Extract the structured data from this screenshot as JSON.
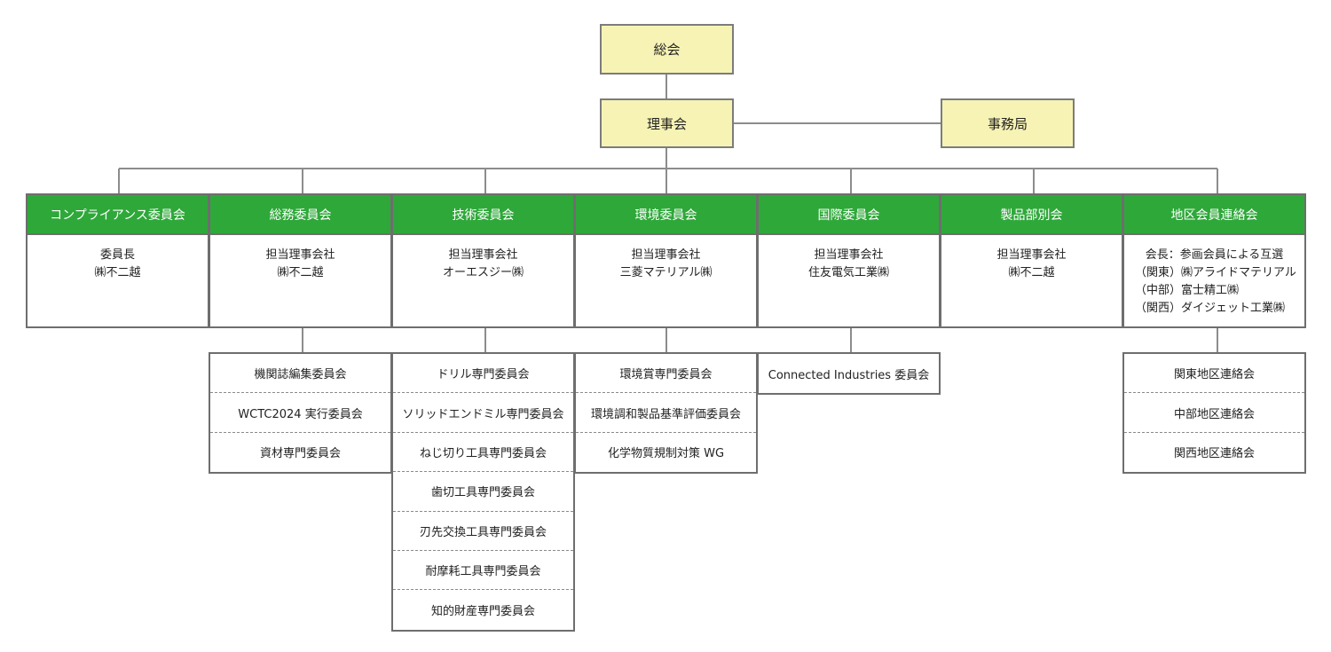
{
  "top": {
    "general_assembly": "総会",
    "board": "理事会",
    "secretariat": "事務局"
  },
  "committees": [
    {
      "name": "コンプライアンス委員会",
      "body": [
        "委員長",
        "㈱不二越"
      ]
    },
    {
      "name": "総務委員会",
      "body": [
        "担当理事会社",
        "㈱不二越"
      ]
    },
    {
      "name": "技術委員会",
      "body": [
        "担当理事会社",
        "オーエスジー㈱"
      ]
    },
    {
      "name": "環境委員会",
      "body": [
        "担当理事会社",
        "三菱マテリアル㈱"
      ]
    },
    {
      "name": "国際委員会",
      "body": [
        "担当理事会社",
        "住友電気工業㈱"
      ]
    },
    {
      "name": "製品部別会",
      "body": [
        "担当理事会社",
        "㈱不二越"
      ]
    },
    {
      "name": "地区会員連絡会",
      "body": [
        "会長：参画会員による互選",
        "（関東）㈱アライドマテリアル",
        "（中部）富士精工㈱",
        "（関西）ダイジェット工業㈱"
      ]
    }
  ],
  "subcommittees": {
    "general_affairs": [
      "機関誌編集委員会",
      "WCTC2024 実行委員会",
      "資材専門委員会"
    ],
    "technical": [
      "ドリル専門委員会",
      "ソリッドエンドミル専門委員会",
      "ねじ切り工具専門委員会",
      "歯切工具専門委員会",
      "刃先交換工具専門委員会",
      "耐摩耗工具専門委員会",
      "知的財産専門委員会"
    ],
    "environment": [
      "環境賞専門委員会",
      "環境調和製品基準評価委員会",
      "化学物質規制対策 WG"
    ],
    "international": [
      "Connected Industries 委員会"
    ],
    "regional": [
      "関東地区連絡会",
      "中部地区連絡会",
      "関西地区連絡会"
    ]
  },
  "colors": {
    "header_green": "#2fa83a",
    "top_box_fill": "#f7f3b5",
    "border": "#6e6e6e"
  }
}
